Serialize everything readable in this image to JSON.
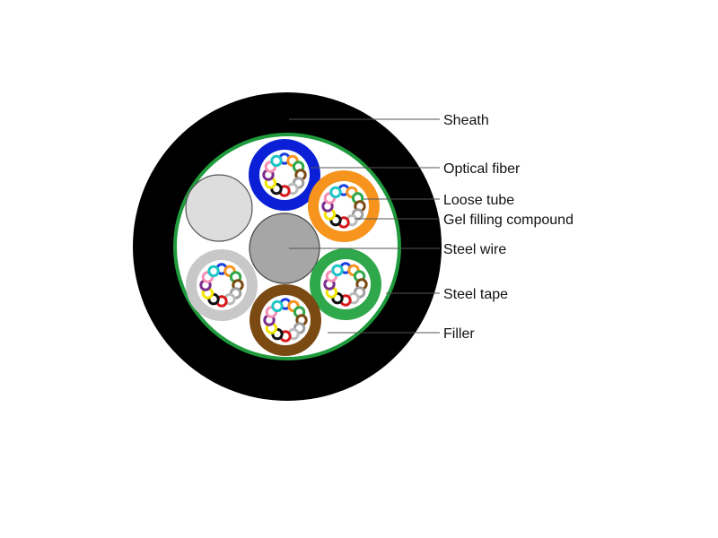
{
  "labels": {
    "sheath": "Sheath",
    "optical_fiber": "Optical fiber",
    "loose_tube": "Loose tube",
    "gel_filling_compound": "Gel filling compound",
    "steel_wire": "Steel wire",
    "steel_tape": "Steel tape",
    "filler": "Filler"
  },
  "colors": {
    "sheath": "#000000",
    "steel_tape": "#1f9a3c",
    "filler": "#ffffff",
    "steel_wire": "#a6a6a6",
    "filler_rod": "#d9d9d9",
    "gel": "#ffffff",
    "tube_blue": "#0a1fd6",
    "tube_orange": "#f7941d",
    "tube_green": "#2ea84a",
    "tube_brown": "#7a4a12",
    "tube_gray": "#c8c8c8"
  },
  "fiber_colors": [
    "#1a3fe0",
    "#f7941d",
    "#2ea84a",
    "#7a4a12",
    "#9e9e9e",
    "#ffffff",
    "#d7191c",
    "#111111",
    "#f2e600",
    "#7b2d8e",
    "#f58fb5",
    "#20c5c5"
  ]
}
